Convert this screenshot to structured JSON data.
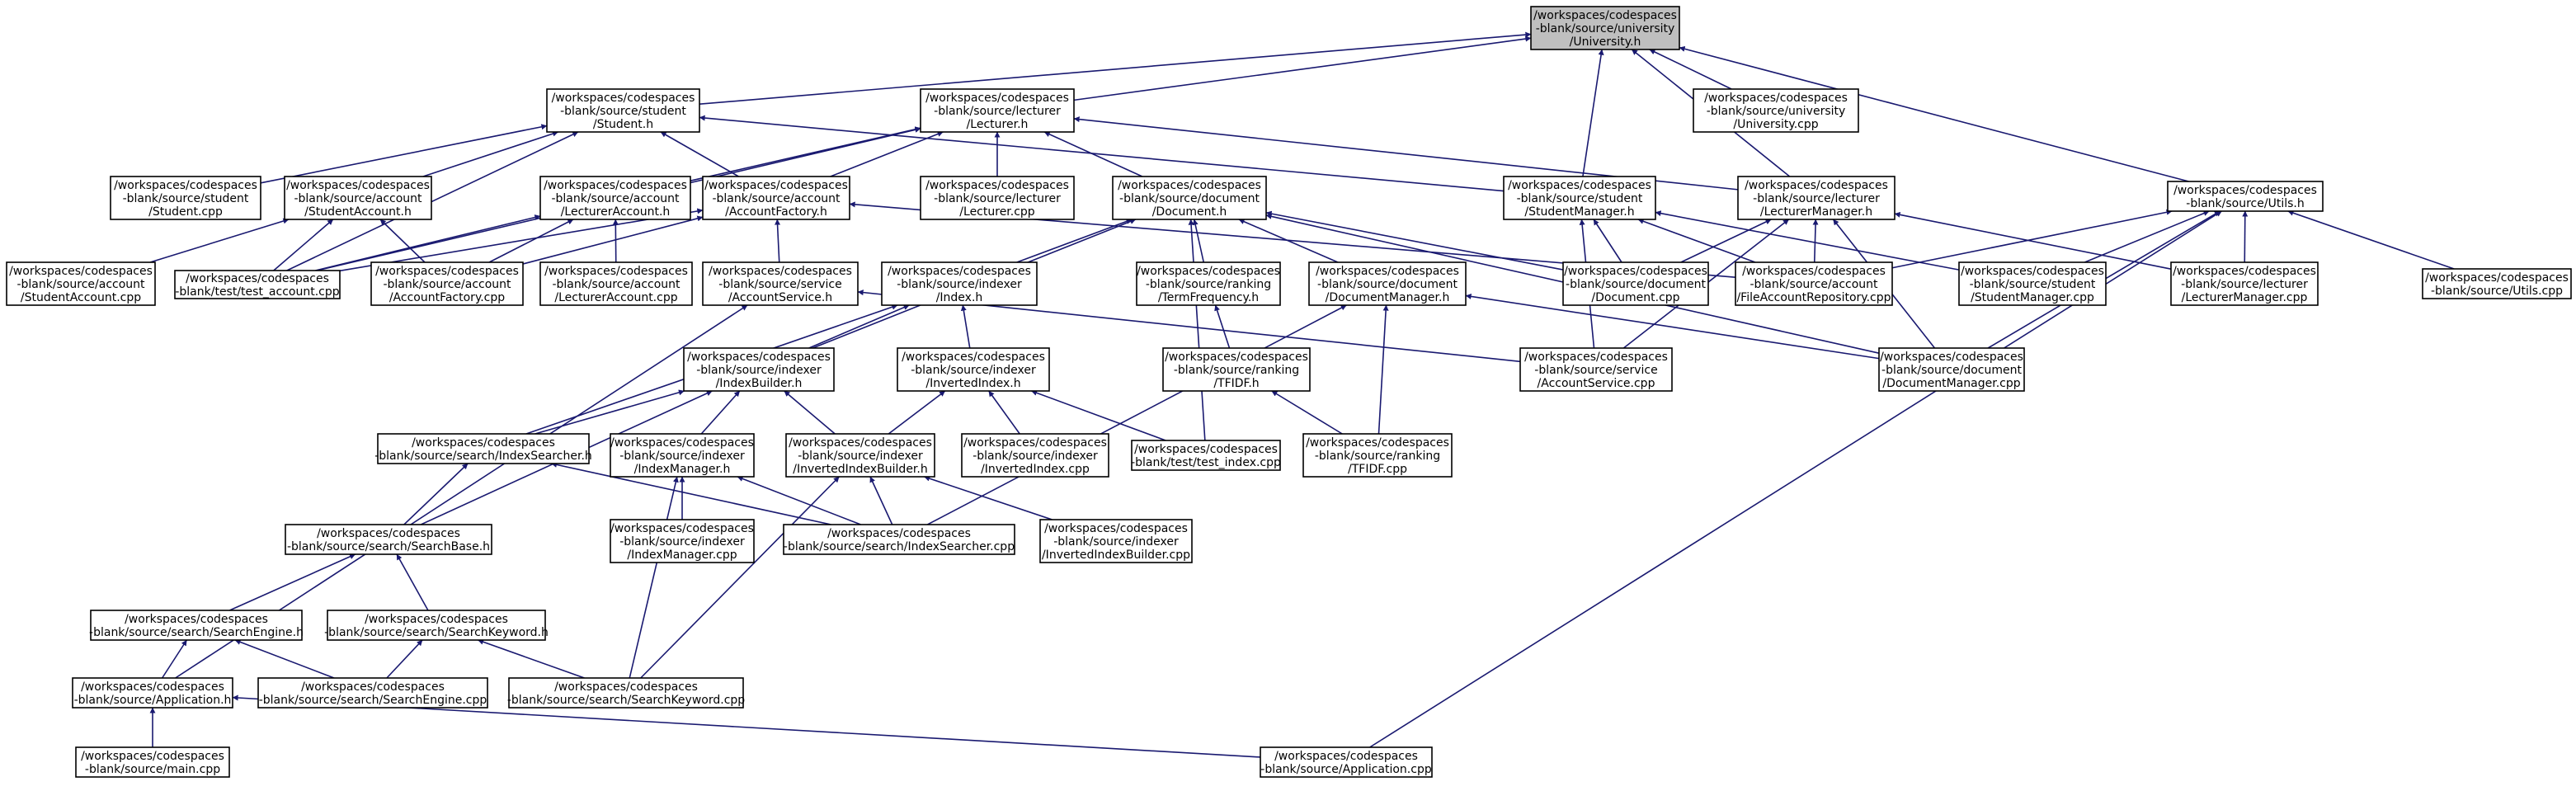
{
  "graph": {
    "root": "university_h",
    "nodes": [
      {
        "id": "university_h",
        "lines": [
          "/workspaces/codespaces",
          "-blank/source/university",
          "/University.h"
        ]
      },
      {
        "id": "student_h",
        "lines": [
          "/workspaces/codespaces",
          "-blank/source/student",
          "/Student.h"
        ]
      },
      {
        "id": "lecturer_h",
        "lines": [
          "/workspaces/codespaces",
          "-blank/source/lecturer",
          "/Lecturer.h"
        ]
      },
      {
        "id": "university_cpp",
        "lines": [
          "/workspaces/codespaces",
          "-blank/source/university",
          "/University.cpp"
        ]
      },
      {
        "id": "student_cpp",
        "lines": [
          "/workspaces/codespaces",
          "-blank/source/student",
          "/Student.cpp"
        ]
      },
      {
        "id": "studentaccount_h",
        "lines": [
          "/workspaces/codespaces",
          "-blank/source/account",
          "/StudentAccount.h"
        ]
      },
      {
        "id": "lectureraccount_h",
        "lines": [
          "/workspaces/codespaces",
          "-blank/source/account",
          "/LecturerAccount.h"
        ]
      },
      {
        "id": "accountfactory_h",
        "lines": [
          "/workspaces/codespaces",
          "-blank/source/account",
          "/AccountFactory.h"
        ]
      },
      {
        "id": "lecturer_cpp",
        "lines": [
          "/workspaces/codespaces",
          "-blank/source/lecturer",
          "/Lecturer.cpp"
        ]
      },
      {
        "id": "document_h",
        "lines": [
          "/workspaces/codespaces",
          "-blank/source/document",
          "/Document.h"
        ]
      },
      {
        "id": "studentmanager_h",
        "lines": [
          "/workspaces/codespaces",
          "-blank/source/student",
          "/StudentManager.h"
        ]
      },
      {
        "id": "lecturermanager_h",
        "lines": [
          "/workspaces/codespaces",
          "-blank/source/lecturer",
          "/LecturerManager.h"
        ]
      },
      {
        "id": "utils_h",
        "lines": [
          "/workspaces/codespaces",
          "-blank/source/Utils.h"
        ]
      },
      {
        "id": "studentaccount_cpp",
        "lines": [
          "/workspaces/codespaces",
          "-blank/source/account",
          "/StudentAccount.cpp"
        ]
      },
      {
        "id": "test_account_cpp",
        "lines": [
          "/workspaces/codespaces",
          "-blank/test/test_account.cpp"
        ]
      },
      {
        "id": "accountfactory_cpp",
        "lines": [
          "/workspaces/codespaces",
          "-blank/source/account",
          "/AccountFactory.cpp"
        ]
      },
      {
        "id": "lectureraccount_cpp",
        "lines": [
          "/workspaces/codespaces",
          "-blank/source/account",
          "/LecturerAccount.cpp"
        ]
      },
      {
        "id": "accountservice_h",
        "lines": [
          "/workspaces/codespaces",
          "-blank/source/service",
          "/AccountService.h"
        ]
      },
      {
        "id": "index_h",
        "lines": [
          "/workspaces/codespaces",
          "-blank/source/indexer",
          "/Index.h"
        ]
      },
      {
        "id": "termfrequency_h",
        "lines": [
          "/workspaces/codespaces",
          "-blank/source/ranking",
          "/TermFrequency.h"
        ]
      },
      {
        "id": "documentmanager_h",
        "lines": [
          "/workspaces/codespaces",
          "-blank/source/document",
          "/DocumentManager.h"
        ]
      },
      {
        "id": "document_cpp",
        "lines": [
          "/workspaces/codespaces",
          "-blank/source/document",
          "/Document.cpp"
        ]
      },
      {
        "id": "fileaccountrepository_cpp",
        "lines": [
          "/workspaces/codespaces",
          "-blank/source/account",
          "/FileAccountRepository.cpp"
        ]
      },
      {
        "id": "studentmanager_cpp",
        "lines": [
          "/workspaces/codespaces",
          "-blank/source/student",
          "/StudentManager.cpp"
        ]
      },
      {
        "id": "lecturermanager_cpp",
        "lines": [
          "/workspaces/codespaces",
          "-blank/source/lecturer",
          "/LecturerManager.cpp"
        ]
      },
      {
        "id": "utils_cpp",
        "lines": [
          "/workspaces/codespaces",
          "-blank/source/Utils.cpp"
        ]
      },
      {
        "id": "indexbuilder_h",
        "lines": [
          "/workspaces/codespaces",
          "-blank/source/indexer",
          "/IndexBuilder.h"
        ]
      },
      {
        "id": "invertedindex_h",
        "lines": [
          "/workspaces/codespaces",
          "-blank/source/indexer",
          "/InvertedIndex.h"
        ]
      },
      {
        "id": "tfidf_h",
        "lines": [
          "/workspaces/codespaces",
          "-blank/source/ranking",
          "/TFIDF.h"
        ]
      },
      {
        "id": "accountservice_cpp",
        "lines": [
          "/workspaces/codespaces",
          "-blank/source/service",
          "/AccountService.cpp"
        ]
      },
      {
        "id": "documentmanager_cpp",
        "lines": [
          "/workspaces/codespaces",
          "-blank/source/document",
          "/DocumentManager.cpp"
        ]
      },
      {
        "id": "indexsearcher_h",
        "lines": [
          "/workspaces/codespaces",
          "-blank/source/search/IndexSearcher.h"
        ]
      },
      {
        "id": "indexmanager_h",
        "lines": [
          "/workspaces/codespaces",
          "-blank/source/indexer",
          "/IndexManager.h"
        ]
      },
      {
        "id": "invertedindexbuilder_h",
        "lines": [
          "/workspaces/codespaces",
          "-blank/source/indexer",
          "/InvertedIndexBuilder.h"
        ]
      },
      {
        "id": "invertedindex_cpp",
        "lines": [
          "/workspaces/codespaces",
          "-blank/source/indexer",
          "/InvertedIndex.cpp"
        ]
      },
      {
        "id": "test_index_cpp",
        "lines": [
          "/workspaces/codespaces",
          "-blank/test/test_index.cpp"
        ]
      },
      {
        "id": "tfidf_cpp",
        "lines": [
          "/workspaces/codespaces",
          "-blank/source/ranking",
          "/TFIDF.cpp"
        ]
      },
      {
        "id": "searchbase_h",
        "lines": [
          "/workspaces/codespaces",
          "-blank/source/search/SearchBase.h"
        ]
      },
      {
        "id": "indexmanager_cpp",
        "lines": [
          "/workspaces/codespaces",
          "-blank/source/indexer",
          "/IndexManager.cpp"
        ]
      },
      {
        "id": "indexsearcher_cpp",
        "lines": [
          "/workspaces/codespaces",
          "-blank/source/search/IndexSearcher.cpp"
        ]
      },
      {
        "id": "invertedindexbuilder_cpp",
        "lines": [
          "/workspaces/codespaces",
          "-blank/source/indexer",
          "/InvertedIndexBuilder.cpp"
        ]
      },
      {
        "id": "searchengine_h",
        "lines": [
          "/workspaces/codespaces",
          "-blank/source/search/SearchEngine.h"
        ]
      },
      {
        "id": "searchkeyword_h",
        "lines": [
          "/workspaces/codespaces",
          "-blank/source/search/SearchKeyword.h"
        ]
      },
      {
        "id": "application_h",
        "lines": [
          "/workspaces/codespaces",
          "-blank/source/Application.h"
        ]
      },
      {
        "id": "searchengine_cpp",
        "lines": [
          "/workspaces/codespaces",
          "-blank/source/search/SearchEngine.cpp"
        ]
      },
      {
        "id": "searchkeyword_cpp",
        "lines": [
          "/workspaces/codespaces",
          "-blank/source/search/SearchKeyword.cpp"
        ]
      },
      {
        "id": "main_cpp",
        "lines": [
          "/workspaces/codespaces",
          "-blank/source/main.cpp"
        ]
      },
      {
        "id": "application_cpp",
        "lines": [
          "/workspaces/codespaces",
          "-blank/source/Application.cpp"
        ]
      }
    ],
    "edges": [
      [
        "university_h",
        "student_h"
      ],
      [
        "university_h",
        "lecturer_h"
      ],
      [
        "university_h",
        "university_cpp"
      ],
      [
        "university_h",
        "studentmanager_h"
      ],
      [
        "university_h",
        "lecturermanager_h"
      ],
      [
        "university_h",
        "utils_h"
      ],
      [
        "student_h",
        "student_cpp"
      ],
      [
        "student_h",
        "studentaccount_h"
      ],
      [
        "student_h",
        "accountfactory_h"
      ],
      [
        "student_h",
        "test_account_cpp"
      ],
      [
        "student_h",
        "studentmanager_h"
      ],
      [
        "lecturer_h",
        "lecturer_cpp"
      ],
      [
        "lecturer_h",
        "lectureraccount_h"
      ],
      [
        "lecturer_h",
        "accountfactory_h"
      ],
      [
        "lecturer_h",
        "document_h"
      ],
      [
        "lecturer_h",
        "lecturermanager_h"
      ],
      [
        "lecturer_h",
        "test_account_cpp"
      ],
      [
        "studentaccount_h",
        "studentaccount_cpp"
      ],
      [
        "studentaccount_h",
        "test_account_cpp"
      ],
      [
        "studentaccount_h",
        "accountfactory_cpp"
      ],
      [
        "lectureraccount_h",
        "test_account_cpp"
      ],
      [
        "lectureraccount_h",
        "lectureraccount_cpp"
      ],
      [
        "lectureraccount_h",
        "accountfactory_cpp"
      ],
      [
        "accountfactory_h",
        "test_account_cpp"
      ],
      [
        "accountfactory_h",
        "accountfactory_cpp"
      ],
      [
        "accountfactory_h",
        "accountservice_h"
      ],
      [
        "accountfactory_h",
        "fileaccountrepository_cpp"
      ],
      [
        "document_h",
        "index_h"
      ],
      [
        "document_h",
        "termfrequency_h"
      ],
      [
        "document_h",
        "documentmanager_h"
      ],
      [
        "document_h",
        "document_cpp"
      ],
      [
        "document_h",
        "indexbuilder_h"
      ],
      [
        "document_h",
        "test_index_cpp"
      ],
      [
        "document_h",
        "documentmanager_cpp"
      ],
      [
        "studentmanager_h",
        "document_cpp"
      ],
      [
        "studentmanager_h",
        "fileaccountrepository_cpp"
      ],
      [
        "studentmanager_h",
        "studentmanager_cpp"
      ],
      [
        "studentmanager_h",
        "accountservice_cpp"
      ],
      [
        "lecturermanager_h",
        "document_cpp"
      ],
      [
        "lecturermanager_h",
        "fileaccountrepository_cpp"
      ],
      [
        "lecturermanager_h",
        "lecturermanager_cpp"
      ],
      [
        "lecturermanager_h",
        "accountservice_cpp"
      ],
      [
        "lecturermanager_h",
        "documentmanager_cpp"
      ],
      [
        "utils_h",
        "fileaccountrepository_cpp"
      ],
      [
        "utils_h",
        "studentmanager_cpp"
      ],
      [
        "utils_h",
        "lecturermanager_cpp"
      ],
      [
        "utils_h",
        "utils_cpp"
      ],
      [
        "utils_h",
        "documentmanager_cpp"
      ],
      [
        "utils_h",
        "application_cpp"
      ],
      [
        "accountservice_h",
        "accountservice_cpp"
      ],
      [
        "accountservice_h",
        "application_h"
      ],
      [
        "index_h",
        "indexbuilder_h"
      ],
      [
        "index_h",
        "invertedindex_h"
      ],
      [
        "index_h",
        "indexsearcher_h"
      ],
      [
        "termfrequency_h",
        "tfidf_h"
      ],
      [
        "documentmanager_h",
        "documentmanager_cpp"
      ],
      [
        "documentmanager_h",
        "tfidf_cpp"
      ],
      [
        "documentmanager_h",
        "indexsearcher_cpp"
      ],
      [
        "indexbuilder_h",
        "indexsearcher_h"
      ],
      [
        "indexbuilder_h",
        "indexmanager_h"
      ],
      [
        "indexbuilder_h",
        "invertedindexbuilder_h"
      ],
      [
        "indexbuilder_h",
        "searchbase_h"
      ],
      [
        "invertedindex_h",
        "invertedindexbuilder_h"
      ],
      [
        "invertedindex_h",
        "invertedindex_cpp"
      ],
      [
        "invertedindex_h",
        "test_index_cpp"
      ],
      [
        "tfidf_h",
        "tfidf_cpp"
      ],
      [
        "indexsearcher_h",
        "searchbase_h"
      ],
      [
        "indexsearcher_h",
        "indexsearcher_cpp"
      ],
      [
        "indexmanager_h",
        "indexmanager_cpp"
      ],
      [
        "indexmanager_h",
        "indexsearcher_cpp"
      ],
      [
        "indexmanager_h",
        "searchkeyword_cpp"
      ],
      [
        "invertedindexbuilder_h",
        "indexsearcher_cpp"
      ],
      [
        "invertedindexbuilder_h",
        "invertedindexbuilder_cpp"
      ],
      [
        "invertedindexbuilder_h",
        "searchkeyword_cpp"
      ],
      [
        "searchbase_h",
        "searchengine_h"
      ],
      [
        "searchbase_h",
        "searchkeyword_h"
      ],
      [
        "searchengine_h",
        "application_h"
      ],
      [
        "searchengine_h",
        "searchengine_cpp"
      ],
      [
        "searchkeyword_h",
        "searchengine_cpp"
      ],
      [
        "searchkeyword_h",
        "searchkeyword_cpp"
      ],
      [
        "application_h",
        "main_cpp"
      ],
      [
        "application_h",
        "application_cpp"
      ]
    ]
  }
}
